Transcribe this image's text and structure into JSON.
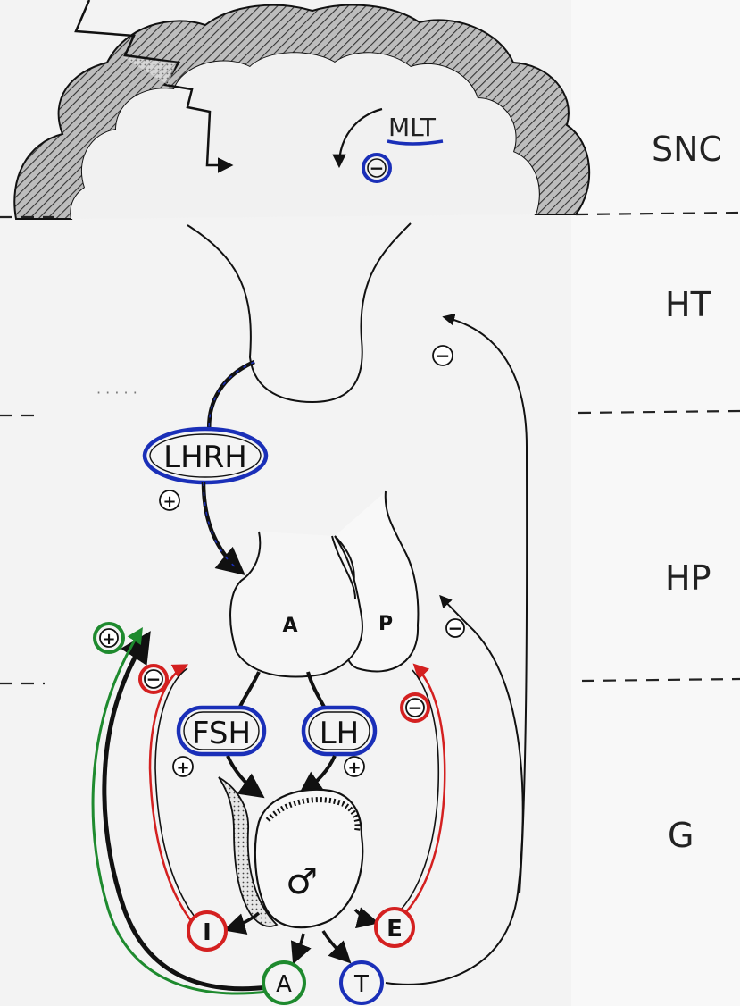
{
  "zones": {
    "cns": "SNC",
    "hypothalamus": "HT",
    "pituitary": "HP",
    "gonad": "G"
  },
  "hormones": {
    "mlt": "MLT",
    "lhrh": "LHRH",
    "fsh": "FSH",
    "lh": "LH"
  },
  "pituitary_lobes": {
    "anterior": "A",
    "posterior": "P"
  },
  "gonad_products": {
    "inhibin": "I",
    "estrogen": "E",
    "androgen": "A",
    "testosterone": "T"
  },
  "gonad_symbol": "♂",
  "signs": {
    "plus": "+",
    "minus": "−"
  },
  "colors": {
    "stimulation_green": "#1e8a2e",
    "inhibition_red": "#d42020",
    "hormone_blue": "#1a2fb8",
    "ink": "#111111",
    "cortex_hatch": "#3a3a3a"
  }
}
